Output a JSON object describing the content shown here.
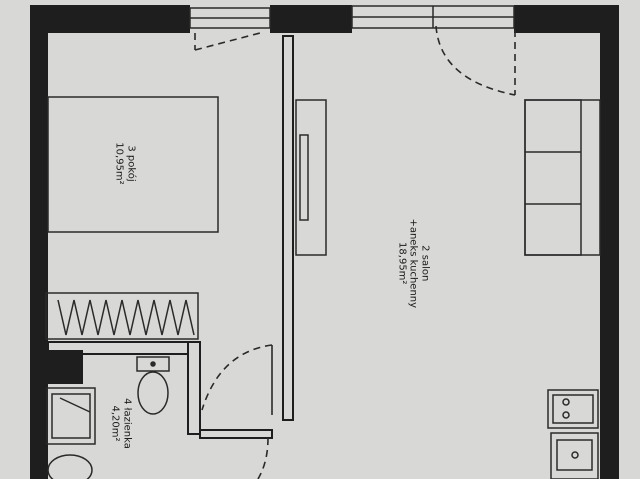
{
  "floor_plan": {
    "rooms": [
      {
        "number": "3",
        "name": "pokój",
        "area": "10,95m²"
      },
      {
        "number": "2",
        "name": "salon",
        "name_line2": "+aneks kuchenny",
        "area": "18,95m²"
      },
      {
        "number": "4",
        "name": "łazienka",
        "area": "4,20m²"
      }
    ]
  },
  "colors": {
    "background": "#d8d8d6",
    "wall": "#1e1e1e",
    "line": "#2a2a2a",
    "fixture_fill": "#c9c9c7"
  }
}
